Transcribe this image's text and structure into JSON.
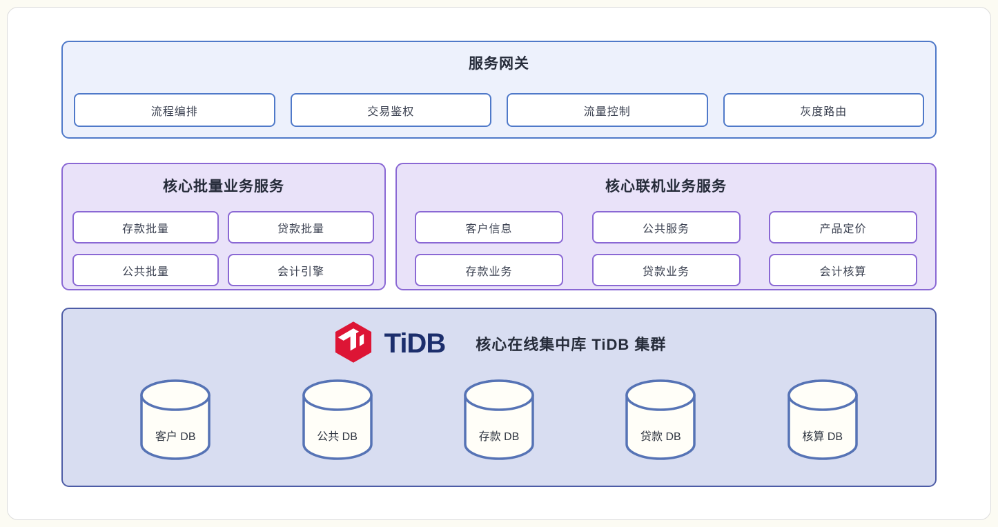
{
  "gateway": {
    "title": "服务网关",
    "items": [
      "流程编排",
      "交易鉴权",
      "流量控制",
      "灰度路由"
    ]
  },
  "batch": {
    "title": "核心批量业务服务",
    "items": [
      "存款批量",
      "贷款批量",
      "公共批量",
      "会计引擎"
    ]
  },
  "online": {
    "title": "核心联机业务服务",
    "items": [
      "客户信息",
      "公共服务",
      "产品定价",
      "存款业务",
      "贷款业务",
      "会计核算"
    ]
  },
  "tidb": {
    "wordmark": "TiDB",
    "title": "核心在线集中库 TiDB 集群",
    "databases": [
      "客户 DB",
      "公共 DB",
      "存款 DB",
      "贷款 DB",
      "核算 DB"
    ]
  },
  "colors": {
    "gateway_bg": "#edf1fc",
    "gateway_border": "#4f79c9",
    "service_bg": "#e9e2f9",
    "service_border": "#8a68d4",
    "tidb_panel_bg": "#d8ddf1",
    "tidb_panel_border": "#4d5ca6",
    "tidb_logo_red": "#dd1535",
    "tidb_logo_navy": "#1c2e6c",
    "cylinder_stroke": "#5673b5",
    "cylinder_fill": "#fffef8"
  }
}
